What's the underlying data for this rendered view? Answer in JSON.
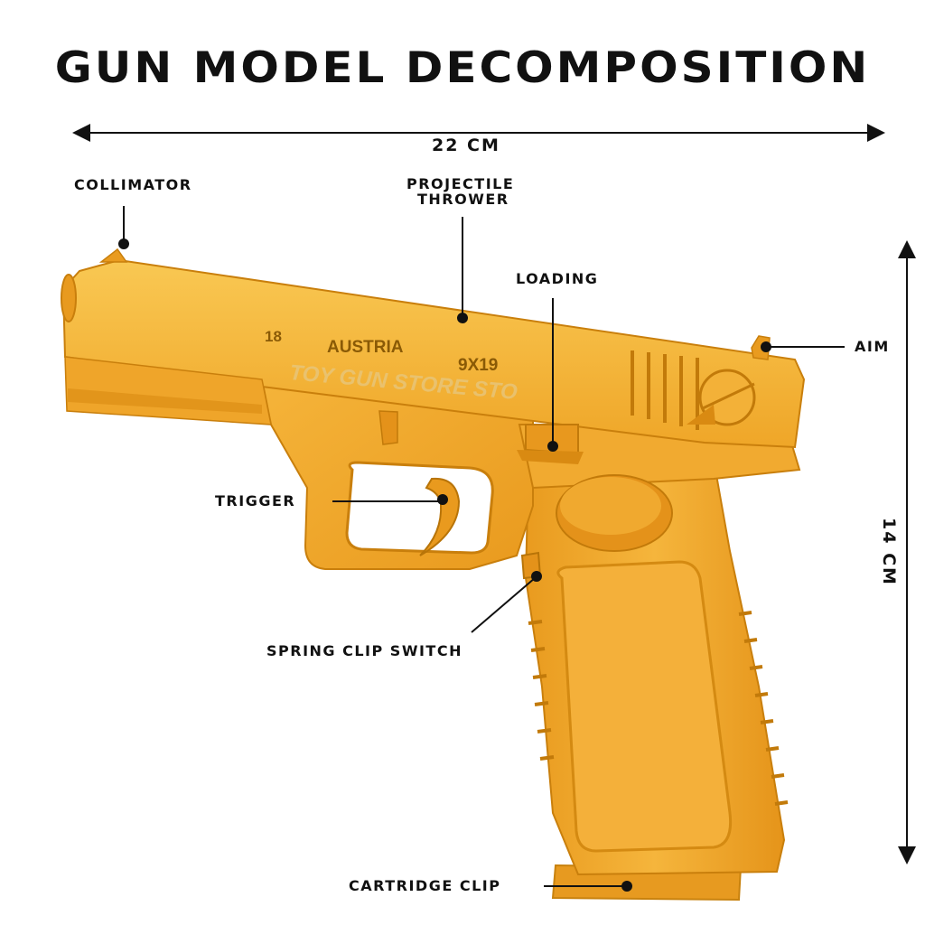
{
  "title": "GUN MODEL DECOMPOSITION",
  "dimensions": {
    "width": "22 CM",
    "height": "14 CM"
  },
  "labels": {
    "collimator": "COLLIMATOR",
    "projectile_thrower_line1": "PROJECTILE",
    "projectile_thrower_line2": "THROWER",
    "loading": "LOADING",
    "aim": "AIM",
    "trigger": "TRIGGER",
    "spring_clip_switch": "SPRING CLIP SWITCH",
    "cartridge_clip": "CARTRIDGE CLIP"
  },
  "engraving": {
    "model": "18",
    "country": "AUSTRIA",
    "caliber": "9X19"
  },
  "watermark": "TOY GUN STORE STO",
  "colors": {
    "body": "#F2A82A",
    "body_light": "#F8C650",
    "body_shadow": "#D98A12",
    "engraving": "#8A5A06",
    "ink": "#111111"
  }
}
